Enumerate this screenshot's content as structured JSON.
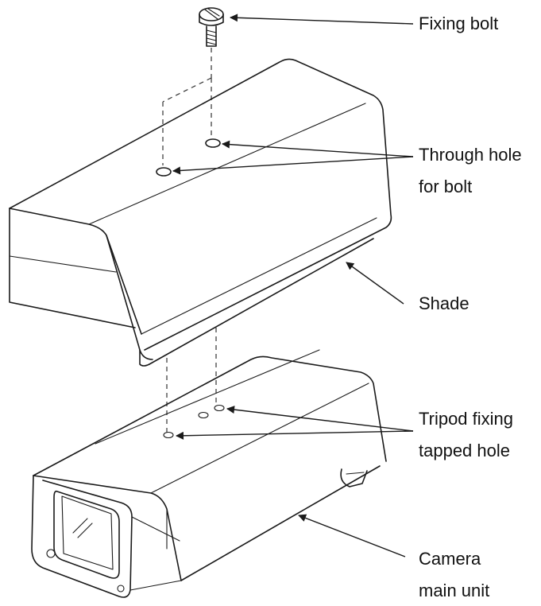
{
  "labels": {
    "fixing_bolt": "Fixing bolt",
    "through_hole_line1": "Through hole",
    "through_hole_line2": "for bolt",
    "shade": "Shade",
    "tripod_line1": "Tripod fixing",
    "tripod_line2": "tapped hole",
    "camera_line1": "Camera",
    "camera_line2": "main unit"
  },
  "colors": {
    "stroke": "#1a1a1a",
    "background": "#ffffff"
  }
}
